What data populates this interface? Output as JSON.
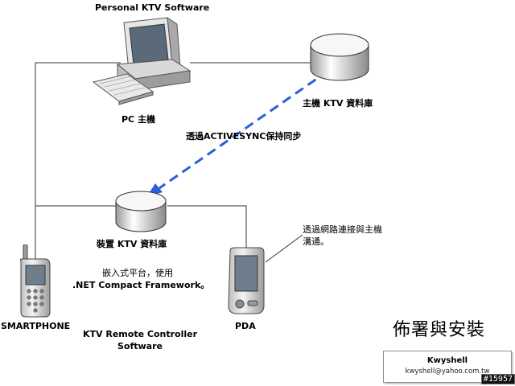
{
  "nodes": {
    "pc": {
      "top_label": "Personal KTV Software",
      "bottom_label": "PC 主機"
    },
    "host_db": {
      "label": "主機 KTV 資料庫"
    },
    "device_db": {
      "label": "裝置 KTV 資料庫"
    },
    "smartphone": {
      "label": "SMARTPHONE"
    },
    "pda": {
      "label": "PDA"
    }
  },
  "annotations": {
    "sync": "透過ACTIVESYNC保持同步",
    "network": [
      "透過網路連接與主機",
      "溝通。"
    ],
    "platform": [
      "嵌入式平台，使用",
      ".NET Compact Framework。"
    ],
    "remote": [
      "KTV Remote Controller",
      "Software"
    ]
  },
  "title": "佈署與安裝",
  "author": {
    "name": "Kwyshell",
    "email": "kwyshell@yahoo.com.tw"
  },
  "watermark": "#15957",
  "colors": {
    "sync_arrow": "#2b5fd8",
    "wire": "#333333"
  },
  "icons": [
    "desktop-computer-icon",
    "database-cylinder-icon",
    "smartphone-icon",
    "pda-icon"
  ]
}
